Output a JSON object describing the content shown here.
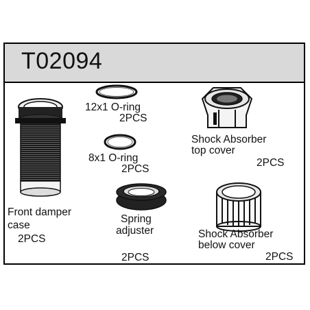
{
  "header": {
    "part_number": "T02094"
  },
  "parts": {
    "oring_12": {
      "name": "12x1 O-ring",
      "qty": "2PCS"
    },
    "oring_8": {
      "name": "8x1 O-ring",
      "qty": "2PCS"
    },
    "top_cover": {
      "name_line1": "Shock Absorber",
      "name_line2": "top cover",
      "qty": "2PCS"
    },
    "damper_case": {
      "name_line1": "Front damper",
      "name_line2": "case",
      "qty": "2PCS"
    },
    "spring_adjuster": {
      "name_line1": "Spring",
      "name_line2": "adjuster",
      "qty": "2PCS"
    },
    "below_cover": {
      "name_line1": "Shock Absorber",
      "name_line2": "below cover",
      "qty": "2PCS"
    }
  }
}
